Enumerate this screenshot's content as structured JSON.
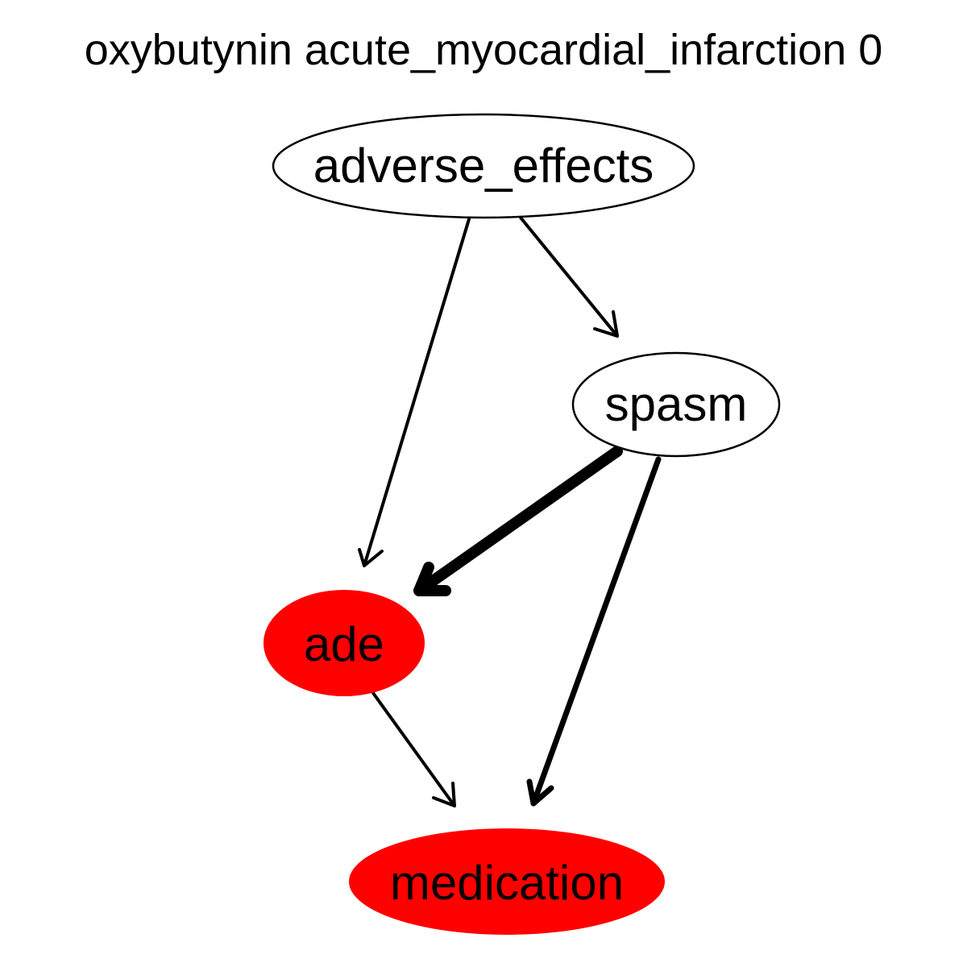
{
  "title": "oxybutynin acute_myocardial_infarction 0",
  "colors": {
    "highlight": "#ff0000",
    "default_fill": "#ffffff",
    "stroke": "#000000"
  },
  "nodes": {
    "adverse_effects": {
      "label": "adverse_effects",
      "highlighted": false
    },
    "spasm": {
      "label": "spasm",
      "highlighted": false
    },
    "ade": {
      "label": "ade",
      "highlighted": true
    },
    "medication": {
      "label": "medication",
      "highlighted": true
    }
  },
  "edges": [
    {
      "from": "adverse_effects",
      "to": "ade",
      "weight": 1
    },
    {
      "from": "adverse_effects",
      "to": "spasm",
      "weight": 1
    },
    {
      "from": "spasm",
      "to": "ade",
      "weight": 4
    },
    {
      "from": "spasm",
      "to": "medication",
      "weight": 2
    },
    {
      "from": "ade",
      "to": "medication",
      "weight": 1
    }
  ]
}
